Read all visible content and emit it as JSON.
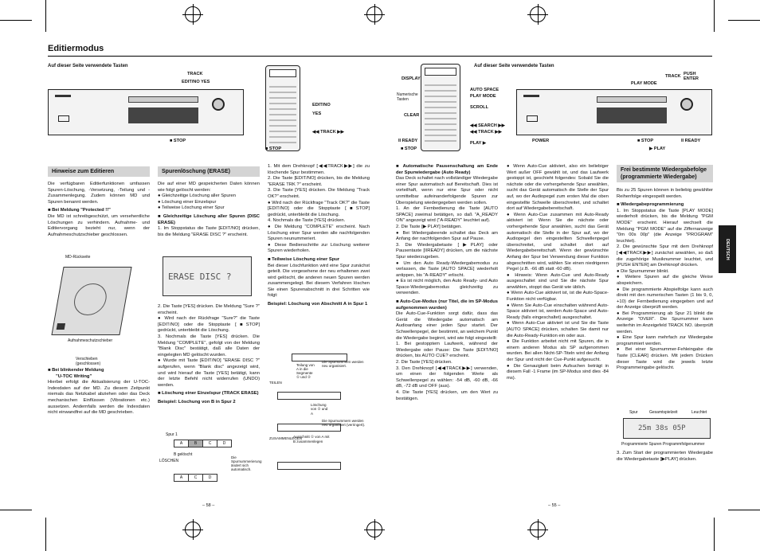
{
  "title": "Editiermodus",
  "left": {
    "caption": "Auf dieser Seite verwendete Tasten",
    "labels": {
      "track": "TRACK",
      "edit_yes": "EDIT/NO   YES",
      "stop": "■ STOP",
      "edit_no": "EDIT/NO",
      "yes": "YES",
      "track_ff": "◀◀ TRACK ▶▶",
      "stop2": "■ STOP"
    },
    "col1": {
      "head": "Hinweise zum Editieren",
      "p1": "Die verfügbaren Editierfunktionen umfassen Spuren-Löschung, -Versetzung, -Teilung und -Zusammenlegung. Zudem können MD und Spuren benannt werden.",
      "sub1": "■ Bei Meldung \"Protected !!\"",
      "p2": "Die MD ist schreibgeschützt, um versehentliche Löschungen zu verhindern. Aufnahme- und Editiervorgang bezieht nur, wenn der Aufnahmeschutzschieber geschlossen.",
      "fig_md": "MD-Rückseite",
      "fig_slider": "Aufnahmeschutzschieber",
      "fig_push": "Verschieben (geschlossen)",
      "sub2": "■ Bei blinkender Meldung",
      "sub2b": "\"U-TOC Writing\"",
      "p3": "Hierbei erfolgt die Aktualisierung der U-TOC-Indexdaten auf der MD. Zu diesem Zeitpunkt niemals das Netzkabel abziehen oder das Deck mechanischen Einflüssen (Vibrationen etc.) aussetzen. Andernfalls werden die Indexdaten nicht einwandfrei auf die MD geschrieben."
    },
    "col2": {
      "head": "Spurenlöschung (ERASE)",
      "p1": "Die auf einer MD gespeicherten Daten können wie folgt gelöscht werden:",
      "b1": "● Gleichzeitige Löschung aller Spuren",
      "b2": "● Löschung einer Einzelspur",
      "b3": "● Teilweise Löschung einer Spur",
      "sub1": "■ Gleichzeitige Löschung aller Spuren (DISC ERASE)",
      "s1": "1. Im Stoppstatus die Taste [EDIT/NO] drücken, bis die Meldung \"ERASE DISC ?\" erscheint.",
      "lcd": "ERASE DISC ?",
      "s2": "2. Die Taste [YES] drücken. Die Meldung \"Sure ?\" erscheint.",
      "s2b": "● Wird nach der Rückfrage \"Sure?\" die Taste [EDIT/NO] oder die Stopptaste [■STOP] gedrückt, unterbleibt die Löschung.",
      "s3": "3. Nochmals die Taste [YES] drücken. Die Meldung \"COMPLETE\", gefolgt von der Meldung \"Blank Disc\" bestätigt, daß alle Daten der eingelegten MD gelöscht wurden.",
      "s3b": "● Wurde mit Taste [EDIT/NO] \"ERASE DISC ?\" aufgerufen, wenn \"Blank disc\" angezeigt wird, und wird hierauf die Taste [YES] betätigt, kann der letzte Befehl nicht widerrufen (UNDO) werden.",
      "sub2": "■ Löschung einer Einzelspur (TRACK ERASE)",
      "ex": "Beispiel: Löschung von B in Spur 2",
      "tbl_a": [
        "A",
        "B",
        "C",
        "D"
      ],
      "tbl_b": [
        "A",
        "C",
        "D"
      ],
      "lbl_spur1": "Spur 1",
      "lbl_del": "LÖSCHEN",
      "lbl_b": "B gelöscht",
      "lbl_note": "Die Spurnummerierung ändert sich automatisch.",
      "page": "– 58 –"
    },
    "col3": {
      "s1": "1. Mit dem Drehknopf [◀◀TRACK▶▶] die zu löschende Spur bestimmen.",
      "s2": "2. Die Taste [EDIT/NO] drücken, bis die Meldung \"ERASE TRK ?\" erscheint.",
      "s3": "3. Die Taste [YES] drücken. Die Meldung \"Track OK?\" erscheint.",
      "s3b": "● Wird nach der Rückfrage \"Track OK?\" die Taste [EDIT/NO] oder die Stopptaste [■STOP] gedrückt, unterbleibt die Löschung.",
      "s4": "4. Nochmals die Taste [YES] drücken.",
      "s4b": "● Die Meldung \"COMPLETE\" erscheint. Nach Löschung einer Spur werden alle nachfolgenden Spuren neunummeriert.",
      "s4c": "● Diese Bedienschritte zur Löschung weiterer Spuren wiederholen.",
      "sub": "■ Teilweise Löschung einer Spur",
      "p": "Bei dieser Löschfunktion wird eine Spur zunächst geteilt. Die vorgesehene der neu erhaltenen zwei wird gelöscht, die anderen neuen Spuren werden zusammengelegt. Bei diesem Verfahren löschen Sie einen Spurenabschnitt in drei Schritten wie folgt:",
      "ex": "Beispiel: Löschung von Abschnitt A in Spur 1",
      "fig_split": "Teilung von A in die Segmente ① und ②",
      "fig_split_lbl": "TEILEN",
      "fig_del": "Löschung von ② und A",
      "fig_merge": "ZUSAMMENLEGEN",
      "fig_merge_note": "Ausschnitt ① von A mit B zusammenlegen",
      "fig_renum": "Die Spurnummern werden neu organisiert.",
      "fig_renum2": "Die Spurnummern werden neu organisiert (verringert)."
    }
  },
  "right": {
    "caption": "Auf dieser Seite verwendete Tasten",
    "labels": {
      "display": "DISPLAY",
      "num": "Numerische Tasten",
      "clear": "CLEAR",
      "ready": "II READY",
      "stop": "■ STOP",
      "auto_space": "AUTO SPACE",
      "play_mode": "PLAY MODE",
      "scroll": "SCROLL",
      "search": "◀◀ SEARCH ▶▶",
      "track": "◀◀ TRACK ▶▶",
      "play": "PLAY ▶",
      "track2": "TRACK",
      "push_enter": "PUSH ENTER",
      "play_mode2": "PLAY MODE",
      "power": "POWER",
      "stop2": "■ STOP",
      "play2": "▶ PLAY",
      "ready2": "II READY"
    },
    "col1": {
      "sub": "■ Automatische Pausenschaltung am Ende der Spurwiedergabe (Auto Ready)",
      "p": "Das Deck schaltet nach vollständiger Wiedergabe einer Spur automatisch auf Bereitschaft. Dies ist vorteilhaft, wenn nur eine Spur oder nicht unmittelbar aufeinanderfolgende Spuren zur Überspielung wiedergegeben werden sollen.",
      "s1": "1. An der Fernbedienung die Taste [AUTO SPACE] zweimal betätigen, so daß \"A_READY ON\" angezeigt wird (\"A-READY\" leuchtet auf).",
      "s2": "2. Die Taste [▶ PLAY] betätigen.",
      "s2b": "● Bei Wiedergabeende schaltet das Deck am Anfang der nachfolgenden Spur auf Pause.",
      "s3": "3. Die Wiedergabetaste [▶PLAY] oder Pausentaste [IIREADY] drücken, um die nächste Spur wiederzugeben.",
      "s3b": "● Um den Auto Ready-Wiedergabemodus zu verlassen, die Taste [AUTO SPACE] wiederholt antippen, bis \"A-READY\" erlischt.",
      "s3c": "● Es ist nicht möglich, den Auto Ready- und Auto Space-Wiedergabemodus gleichzeitig zu verwenden.",
      "sub2": "■ Auto-Cue-Modus (nur Titel, die im SP-Modus aufgenommen wurden)",
      "p2": "Die Auto-Cue-Funktion sorgt dafür, dass das Gerät die Wiedergabe automatisch am Audioanfang einer jeden Spur startet. Der Schwellenpegel, der bestimmt, an welchem Punkt die Wiedergabe beginnt, wird wie folgt eingestellt:",
      "t1": "1. Bei gestopptem Laufwerk, während der Wiedergabe oder Pause: Die Taste [EDIT/NO] drücken, bis AUTO CUE? erscheint.",
      "t2": "2. Die Taste [YES] drücken.",
      "t3": "3. Den Drehknopf [◀◀TRACK▶▶] verwenden, um einen der folgenden Werte als Schwellenpegel zu wählen: -54 dB, -60 dB, -66 dB, -72 dB und OFF (aus).",
      "t4": "4. Die Taste [YES] drücken, um den Wert zu bestätigen."
    },
    "col2": {
      "b1": "● Wenn Auto-Cue aktiviert, also ein beliebiger Wert außer OFF gewählt ist, und das Laufwerk gestoppt ist, geschieht folgendes: Sobald Sie die nächste oder die vorhergehende Spur anwählen, sucht das Gerät automatisch die Stelle der Spur auf, wo der Audiopegel zum ersten Mal die oben eingestellte Schwelle überschreitet, und schaltet dort auf Wiedergabebereitschaft.",
      "b2": "● Wenn Auto-Cue zusammen mit Auto-Ready aktiviert ist: Wenn Sie die nächste oder vorhergehende Spur anwählen, sucht das Gerät automatisch die Stelle in der Spur auf, wo der Audiopegel den eingestellten Schwellenpegel überschreitet, und schaltet dort auf Wiedergabebereitschaft. Wenn der gewünschte Anfang der Spur bei Verwendung dieser Funktion abgeschnitten wird, wählen Sie einen niedrigeren Pegel (z.B. -66 dB statt -60 dB).",
      "b3": "● Hinweis: Wenn Auto-Cue und Auto-Ready ausgeschaltet sind und Sie die nächste Spur anwählen, stoppt das Gerät wie üblich.",
      "b4": "● Wenn Auto-Cue aktiviert ist, ist die Auto-Space-Funktion nicht verfügbar.",
      "b5": "● Wenn Sie Auto-Cue einschalten während Auto-Space aktiviert ist, werden Auto-Space und Auto-Ready (falls eingeschaltet) ausgeschaltet.",
      "b6": "● Wenn Auto-Cue aktiviert ist und Sie die Taste [AUTO SPACE] drücken, schalten Sie damit nur die Auto-Ready-Funktion ein oder aus.",
      "b7": "● Die Funktion arbeitet nicht mit Spuren, die in einem anderen Modus als SP aufgenommen wurden. Bei allen Nicht-SP-Titeln wird der Anfang der Spur und nicht der Cue-Punkt aufgesucht.",
      "b8": "● Die Genauigkeit beim Aufsuchen beträgt in diesem Fall -1 Frame (im SP-Modus sind dies -84 ms).",
      "page": "– 55 –"
    },
    "col3": {
      "head": "Frei bestimmte Wiedergabefolge (programmierte Wiedergabe)",
      "p": "Bis zu 25 Spuren können in beliebig gewählter Reihenfolge eingespeilt werden.",
      "sub": "■ Wiedergabeprogrammierung",
      "s1": "1. Im Stoppstatus die Taste [PLAY MODE] wiederholt drücken, bis die Meldung \"PGM MODE\" erscheint. Hierauf wechselt die Meldung \"PGM MODE\" auf die Ziffernanzeige \"0m 00s 00p\" (die Anzeige \"PROGRAM\" leuchtet).",
      "s2": "2. Die gewünschte Spur mit dem Drehknopf [◀◀TRACK▶▶] zunächst anwählen, so daß die zugehörige Musiknummer leuchtet, und [PUSH ENTER] am Drehknopf drücken.",
      "b1": "● Die Spurnummer blinkt.",
      "b2": "● Weitere Spuren auf die gleiche Weise abspeichern.",
      "b3": "● Die programmierte Abspielfolge kann auch direkt mit den numerischen Tasten (1 bis 9, 0, +10) der Fernbedienung eingegeben und auf der Anzeige überprüft werden.",
      "b4": "● Bei Programmierung ab Spur 21 blinkt die Anzeige \"OVER\". Die Spurnummer kann weiterhin im Anzeigefeld TRACK NO. überprüft werden.",
      "b5": "● Eine Spur kann mehrfach zur Wiedergabe programmiert werden.",
      "b6": "● Bei einer Spurnummer-Fehleingabe die Taste [CLEAR] drücken. Mit jedem Drücken dieser Taste wird die jeweils letzte Programmeingabe gelöscht.",
      "fig_spur": "Spur",
      "fig_ges": "Gesamtspielzeit",
      "fig_leucht": "Leuchtet",
      "fig_lcd": "25m 38s 05P",
      "fig_prog": "Programmierte Spuren",
      "fig_num": "Programmfolgenummer",
      "s3": "3. Zum Start der programmierten Wiedergabe die Wiedergabetaste [▶PLAY] drücken."
    },
    "tab": "DEUTSCH"
  }
}
